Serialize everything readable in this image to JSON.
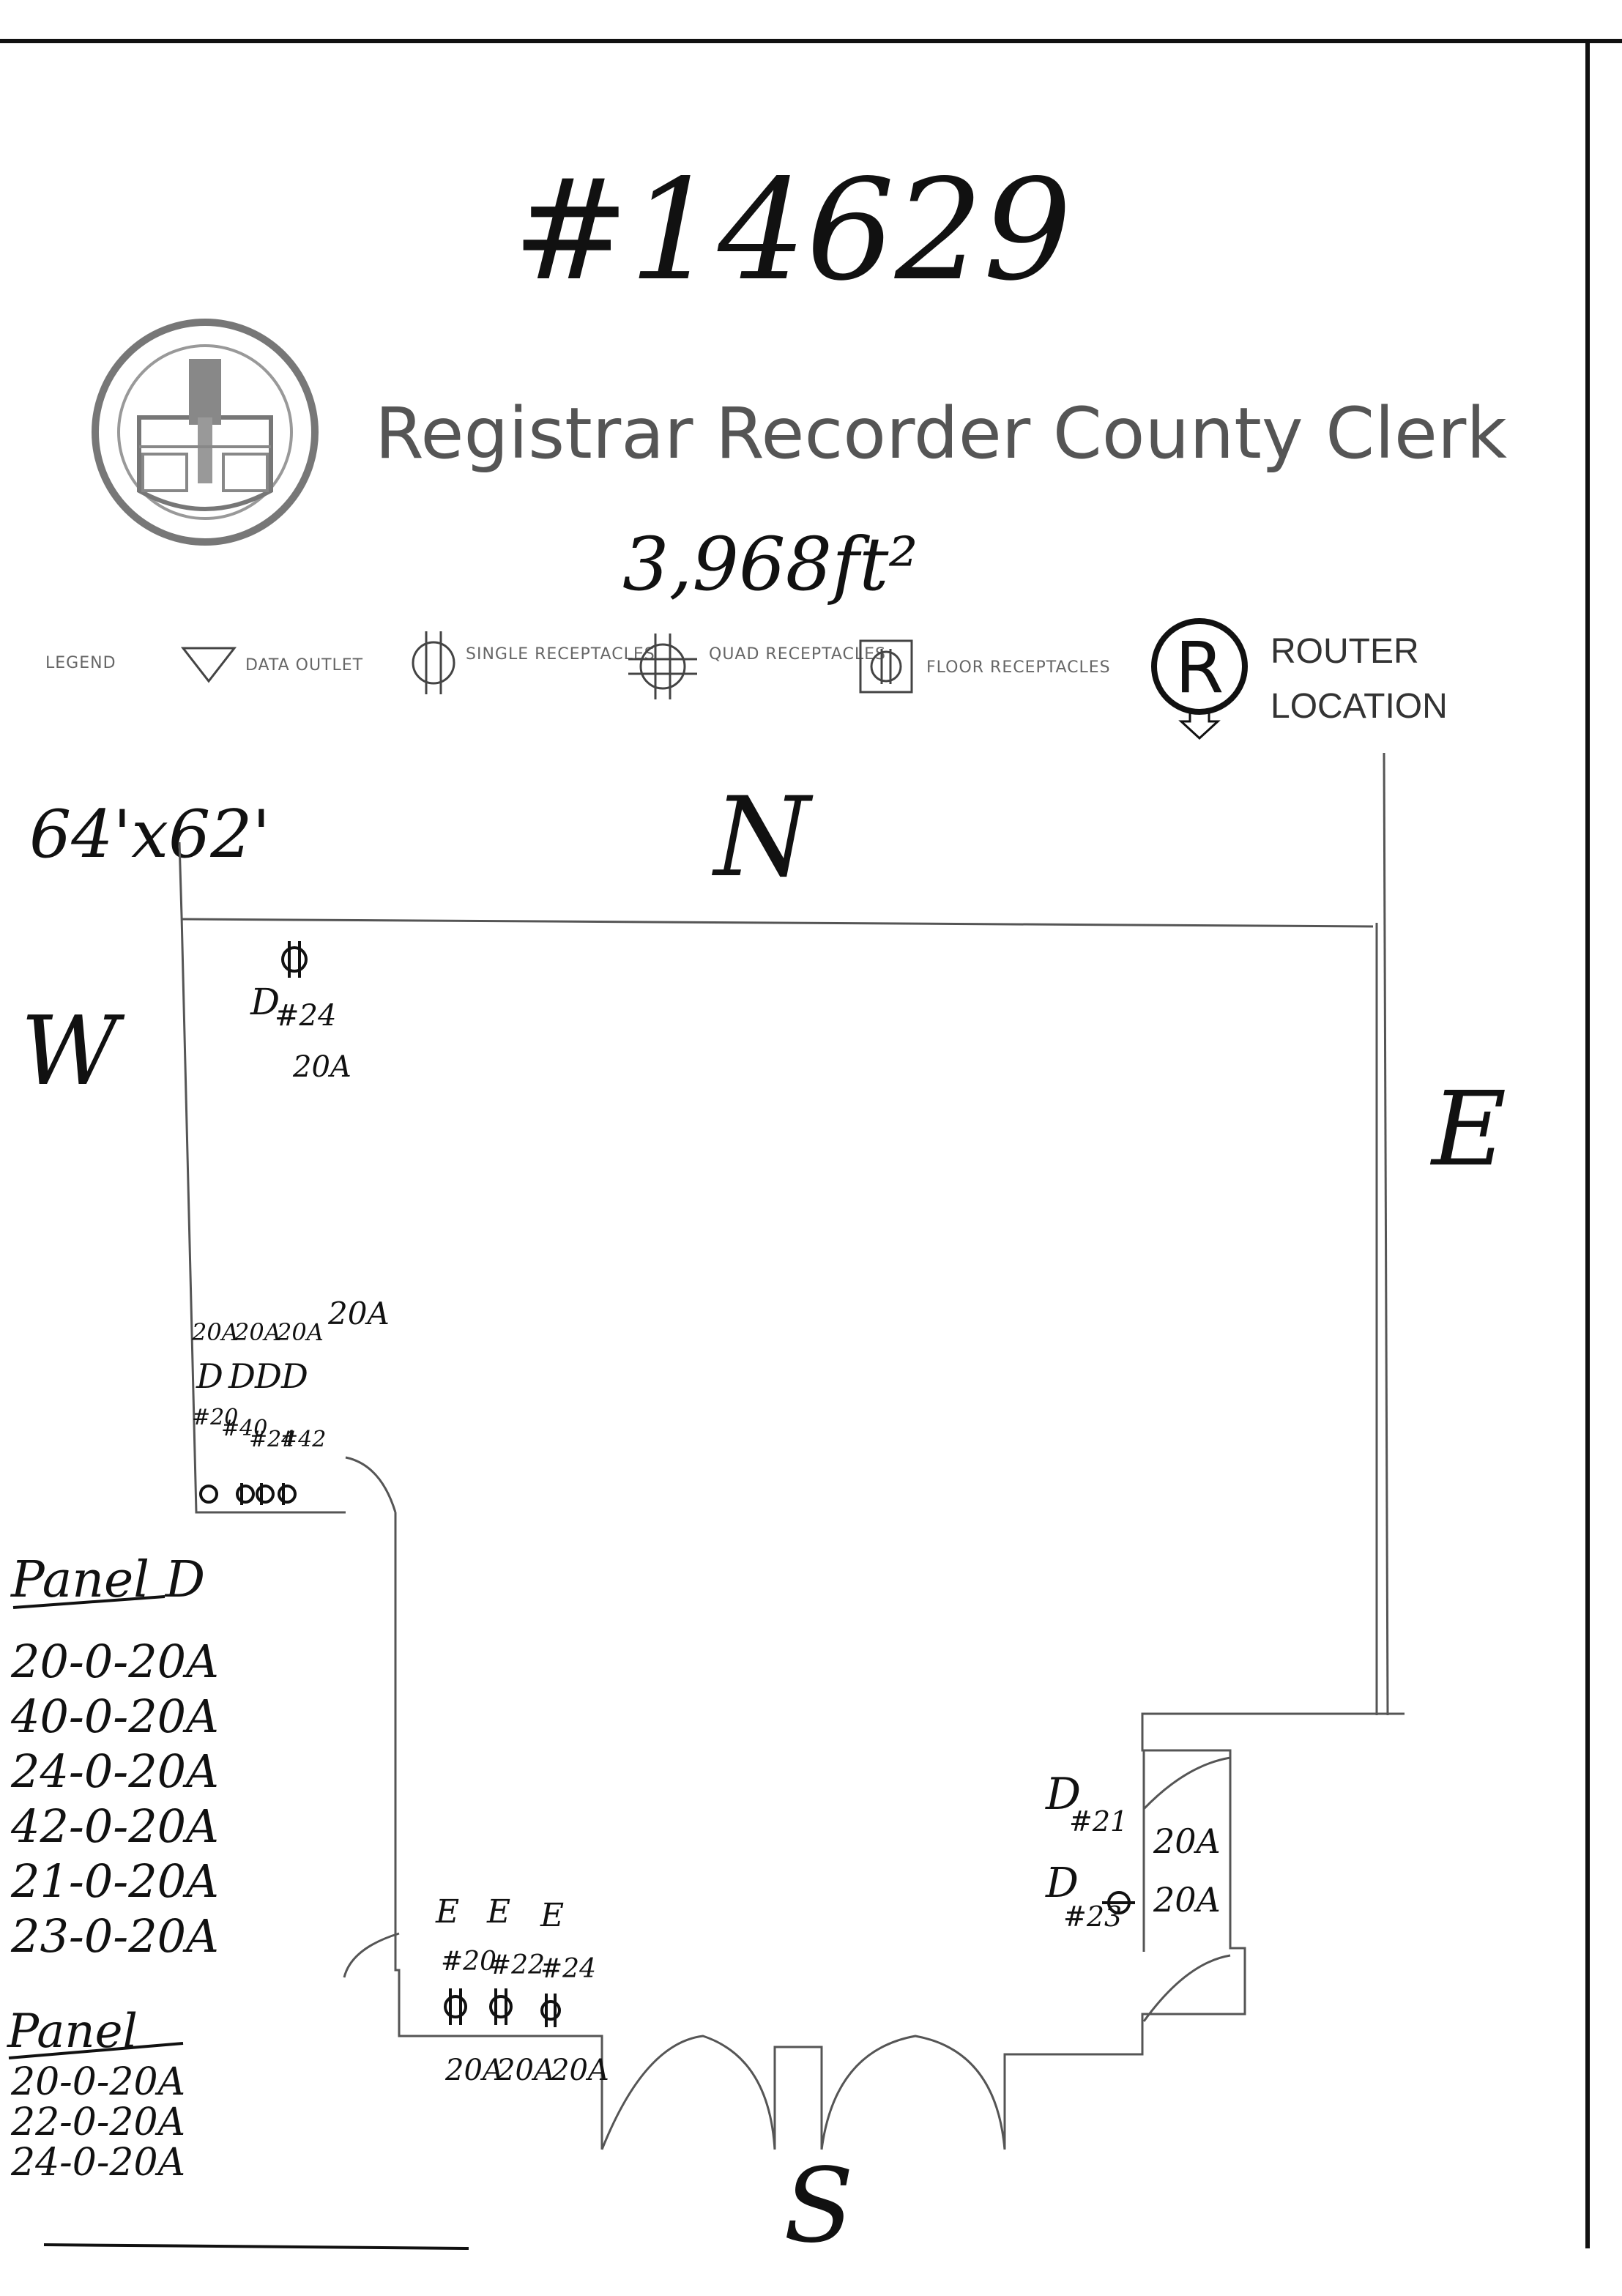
{
  "title": {
    "job_number": "#14629",
    "organization": "Registrar Recorder County Clerk",
    "area": "3,968ft²",
    "dimensions": "64'x62'"
  },
  "seal": {
    "icon": "county-seal-icon"
  },
  "legend": {
    "label": "LEGEND",
    "items": [
      {
        "icon": "data-outlet-icon",
        "label": "DATA OUTLET"
      },
      {
        "icon": "single-receptacle-icon",
        "label": "SINGLE RECEPTACLES"
      },
      {
        "icon": "quad-receptacle-icon",
        "label": "QUAD RECEPTACLES"
      },
      {
        "icon": "floor-receptacle-icon",
        "label": "FLOOR RECEPTACLES"
      },
      {
        "icon": "router-icon",
        "glyph": "R",
        "label_line1": "ROUTER",
        "label_line2": "LOCATION"
      }
    ]
  },
  "compass": {
    "north": "N",
    "south": "S",
    "east": "E",
    "west": "W"
  },
  "outlets": {
    "nw": {
      "panel": "D",
      "circuit": "#24",
      "amps": "20A"
    },
    "west_group": {
      "amps": [
        "20A",
        "20A",
        "20A",
        "20A"
      ],
      "panels": [
        "D",
        "D",
        "D",
        "D"
      ],
      "circuits": [
        "#20",
        "#40",
        "#24",
        "#42"
      ]
    },
    "east_group": [
      {
        "panel": "D",
        "circuit": "#21",
        "amps": "20A"
      },
      {
        "panel": "D",
        "circuit": "#23",
        "amps": "20A"
      }
    ],
    "south_group": {
      "panels": [
        "E",
        "E",
        "E"
      ],
      "circuits": [
        "#20",
        "#22",
        "#24"
      ],
      "amps": [
        "20A",
        "20A",
        "20A"
      ]
    }
  },
  "panels": [
    {
      "title": "Panel D",
      "rows": [
        "20-0-20A",
        "40-0-20A",
        "24-0-20A",
        "42-0-20A",
        "21-0-20A",
        "23-0-20A"
      ]
    },
    {
      "title": "Panel",
      "rows": [
        "20-0-20A",
        "22-0-20A",
        "24-0-20A"
      ]
    }
  ]
}
